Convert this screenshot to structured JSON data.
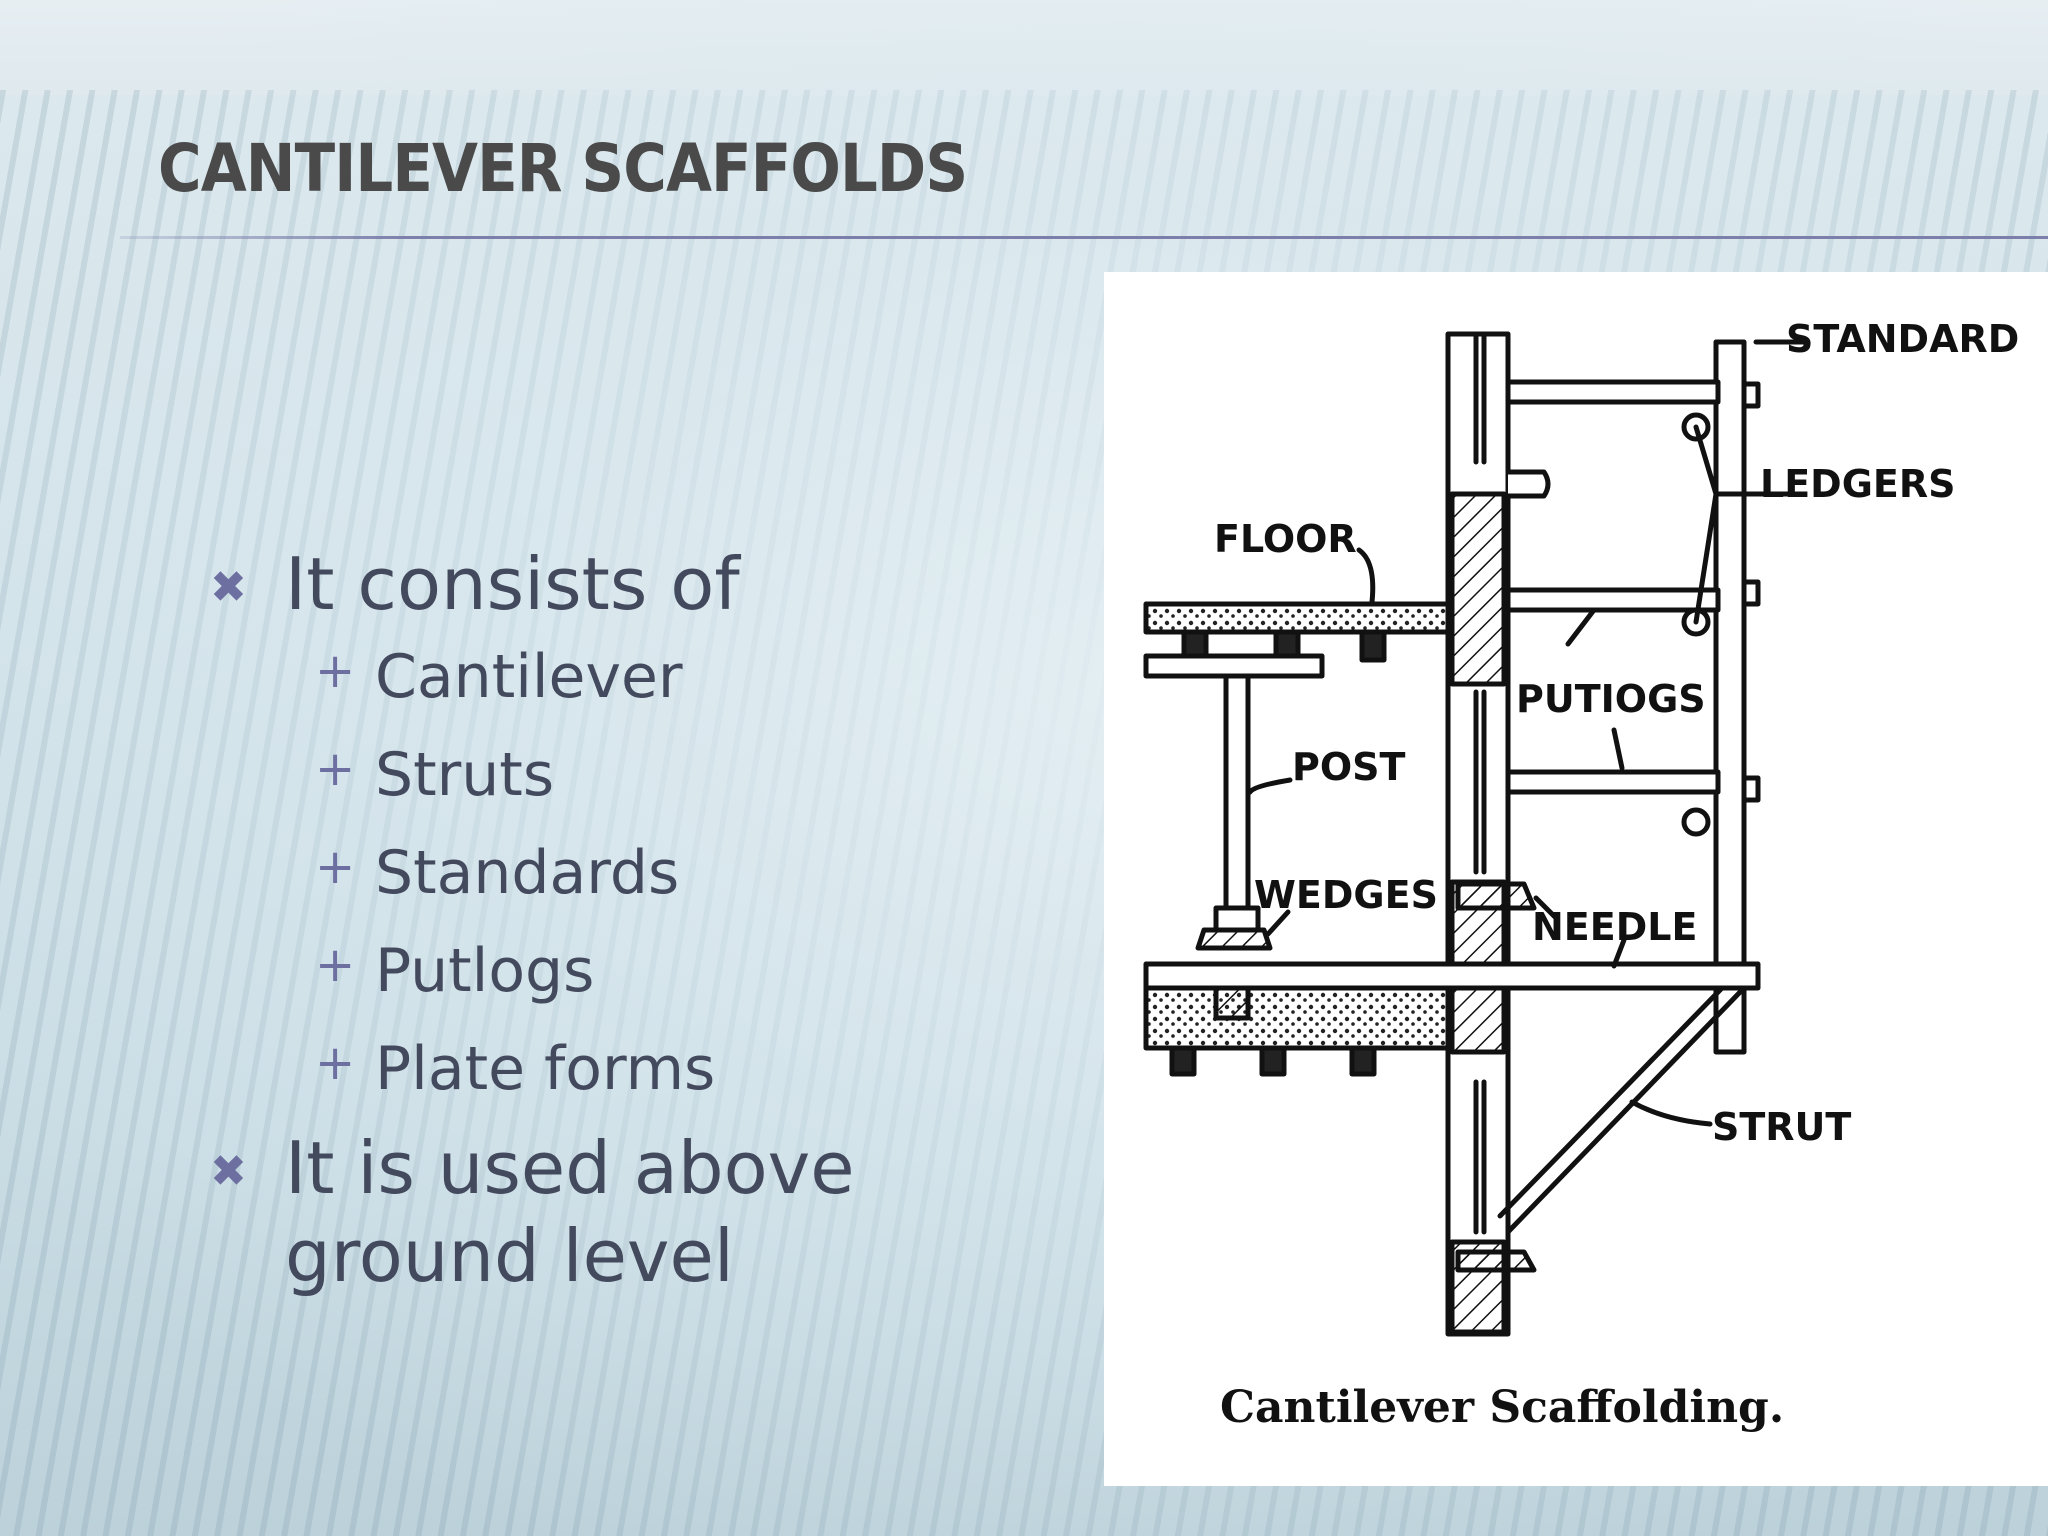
{
  "slide": {
    "title": "CANTILEVER SCAFFOLDS",
    "bullets": [
      {
        "text": "It consists of",
        "subitems": [
          "Cantilever",
          "Struts",
          "Standards",
          "Putlogs",
          "Plate forms"
        ]
      },
      {
        "text": "It is used above ground level",
        "subitems": []
      }
    ]
  },
  "figure": {
    "caption": "Cantilever Scaffolding.",
    "labels": {
      "standard": "STANDARD",
      "ledgers": "LEDGERS",
      "floor": "FLOOR",
      "putlogs": "PUTIOGS",
      "post": "POST",
      "wedges": "WEDGES",
      "needle": "NEEDLE",
      "strut": "STRUT"
    }
  },
  "colors": {
    "title": "#4a4a4a",
    "body_text": "#444a5e",
    "bullet_mark": "#6d6fa0",
    "rule": "#7c7faa"
  },
  "icons": {
    "level1_bullet": "x-mark-icon",
    "level2_bullet": "plus-icon"
  }
}
